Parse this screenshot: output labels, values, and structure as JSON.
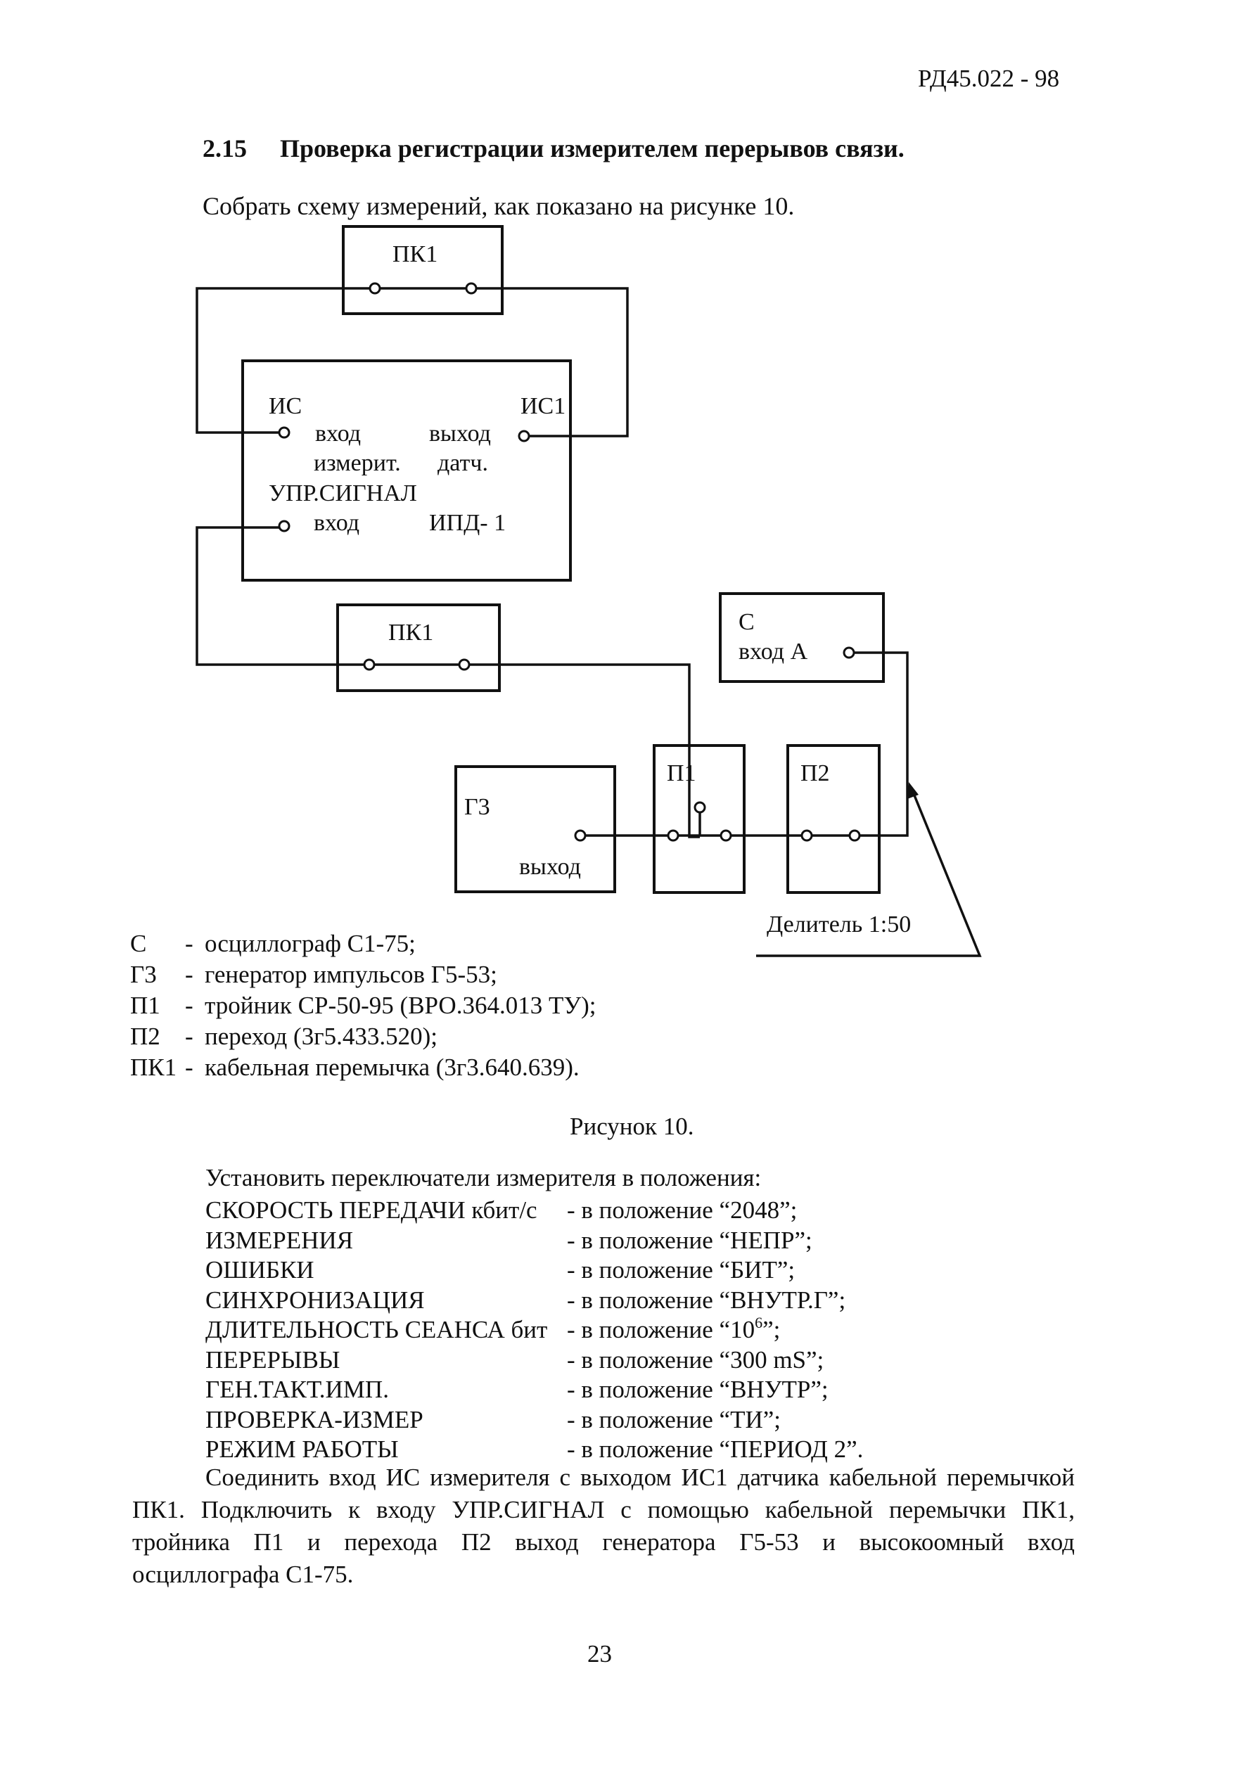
{
  "header": {
    "doc_number": "РД45.022 - 98"
  },
  "section": {
    "number": "2.15",
    "title": "Проверка регистрации измерителем перерывов связи."
  },
  "intro": "Собрать схему измерений, как показано на рисунке 10.",
  "diagram": {
    "top_cable": {
      "label": "ПК1"
    },
    "meter": {
      "is_left": "ИС",
      "is_right": "ИС1",
      "input_word": "вход",
      "output_word": "выход",
      "meas_word": "измерит.",
      "sensor_word": "датч.",
      "ctrl_signal": "УПР.СИГНАЛ",
      "ctrl_input": "вход",
      "model": "ИПД- 1"
    },
    "bottom_cable": {
      "label": "ПК1"
    },
    "oscilloscope": {
      "letter": "С",
      "input": "вход А"
    },
    "generator": {
      "label": "Г3",
      "output": "выход"
    },
    "tee": {
      "label": "П1"
    },
    "adapter": {
      "label": "П2"
    },
    "divider": {
      "label": "Делитель 1:50"
    }
  },
  "legend": [
    {
      "key": "С",
      "dash": "-",
      "text": "осциллограф С1-75;"
    },
    {
      "key": "Г3",
      "dash": "-",
      "text": "генератор импульсов Г5-53;"
    },
    {
      "key": "П1",
      "dash": "-",
      "text": "тройник СР-50-95 (ВРО.364.013 ТУ);"
    },
    {
      "key": "П2",
      "dash": "-",
      "text": "переход (3г5.433.520);"
    },
    {
      "key": "ПК1",
      "dash": "-",
      "text": "кабельная перемычка (3г3.640.639)."
    }
  ],
  "figure_caption": "Рисунок 10.",
  "settings": {
    "heading": "Установить переключатели измерителя в положения:",
    "rows": [
      {
        "name": "СКОРОСТЬ ПЕРЕДАЧИ кбит/с",
        "value": "- в положение “2048”;"
      },
      {
        "name": "ИЗМЕРЕНИЯ",
        "value": "- в положение “НЕПР”;"
      },
      {
        "name": "ОШИБКИ",
        "value": "- в положение “БИТ”;"
      },
      {
        "name": "СИНХРОНИЗАЦИЯ",
        "value": "- в положение “ВНУТР.Г”;"
      },
      {
        "name": "ДЛИТЕЛЬНОСТЬ СЕАНСА бит",
        "value_pre": "- в положение “10",
        "value_sup": "6",
        "value_post": "”;"
      },
      {
        "name": "ПЕРЕРЫВЫ",
        "value": "- в положение “300 mS”;"
      },
      {
        "name": "ГЕН.ТАКТ.ИМП.",
        "value": "- в положение “ВНУТР”;"
      },
      {
        "name": "ПРОВЕРКА-ИЗМЕР",
        "value": "- в положение “ТИ”;"
      },
      {
        "name": "РЕЖИМ РАБОТЫ",
        "value": "- в положение “ПЕРИОД 2”."
      }
    ]
  },
  "paragraph_lines": [
    "Соединить вход ИС измерителя с выходом ИС1 датчика кабельной перемычкой",
    "ПК1. Подключить к входу УПР.СИГНАЛ с помощью кабельной перемычки ПК1,",
    "тройника П1 и перехода П2 выход генератора Г5-53 и высокоомный вход",
    "осциллографа С1-75."
  ],
  "page_number": "23"
}
